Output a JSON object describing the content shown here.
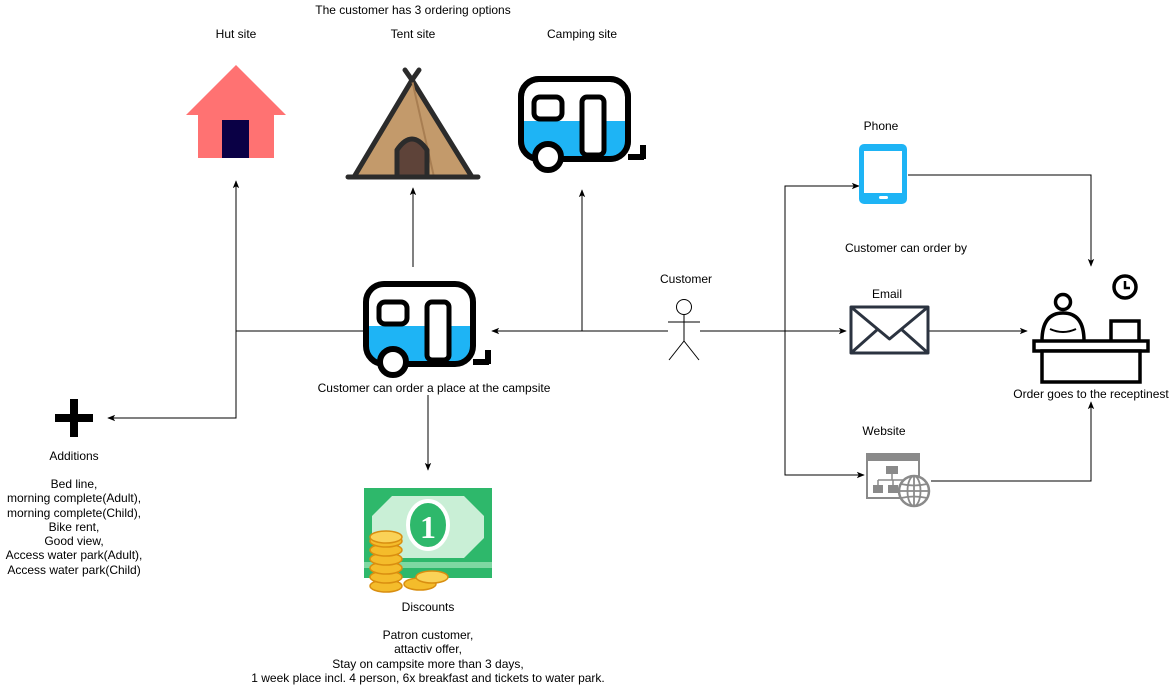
{
  "labels": {
    "title": "The customer has 3 ordering options",
    "hut": "Hut site",
    "tent": "Tent site",
    "camping": "Camping site",
    "phone": "Phone",
    "order_by": "Customer can order by",
    "customer": "Customer",
    "email": "Email",
    "order_place": "Customer can order a place at the campsite",
    "receptionist": "Order goes to the receptinest",
    "additions": "Additions",
    "website": "Website",
    "discounts": "Discounts"
  },
  "additions_items": [
    "Bed line,",
    "morning complete(Adult),",
    "morning complete(Child),",
    "Bike rent,",
    "Good view,",
    "Access water park(Adult),",
    "Access water park(Child)"
  ],
  "discount_items": [
    "Patron customer,",
    "attactiv offer,",
    "Stay on campsite more than 3 days,",
    "1 week place incl. 4 person, 6x breakfast and tickets to water park."
  ],
  "colors": {
    "hut_body": "#FF7272",
    "hut_door": "#0A0045",
    "tent": "#C39A6B",
    "tent_door": "#5E4339",
    "caravan_blue": "#1EB4F5",
    "phone_blue": "#1EB4F5",
    "money_green": "#2EB86B",
    "coin_gold": "#F4BC2B",
    "line": "#000000",
    "dark_outline": "#1a1a2e"
  }
}
